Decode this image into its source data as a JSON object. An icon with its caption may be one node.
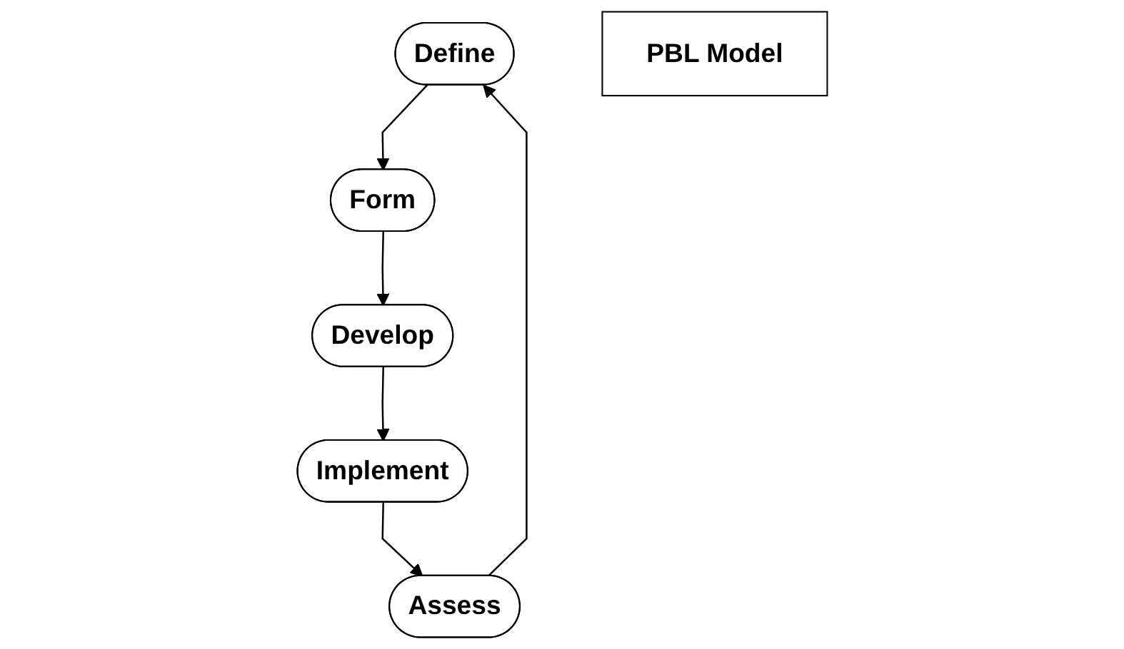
{
  "diagram": {
    "nodes": [
      {
        "text": [
          "Define"
        ]
      },
      {
        "text": [
          "Assess"
        ]
      },
      {
        "text": [
          "PBL Model"
        ]
      },
      {
        "text": [
          "Form"
        ]
      },
      {
        "text": [
          "Implement"
        ]
      },
      {
        "text": [
          "Develop"
        ]
      }
    ],
    "edges": [
      {
        "from": 1,
        "to": 0,
        "arrow": "to"
      },
      {
        "from": 0,
        "to": 3,
        "arrow": "to"
      },
      {
        "from": 3,
        "to": 5,
        "arrow": "to"
      },
      {
        "from": 5,
        "to": 4,
        "arrow": "to"
      },
      {
        "from": 4,
        "to": 1,
        "arrow": "to"
      }
    ]
  }
}
